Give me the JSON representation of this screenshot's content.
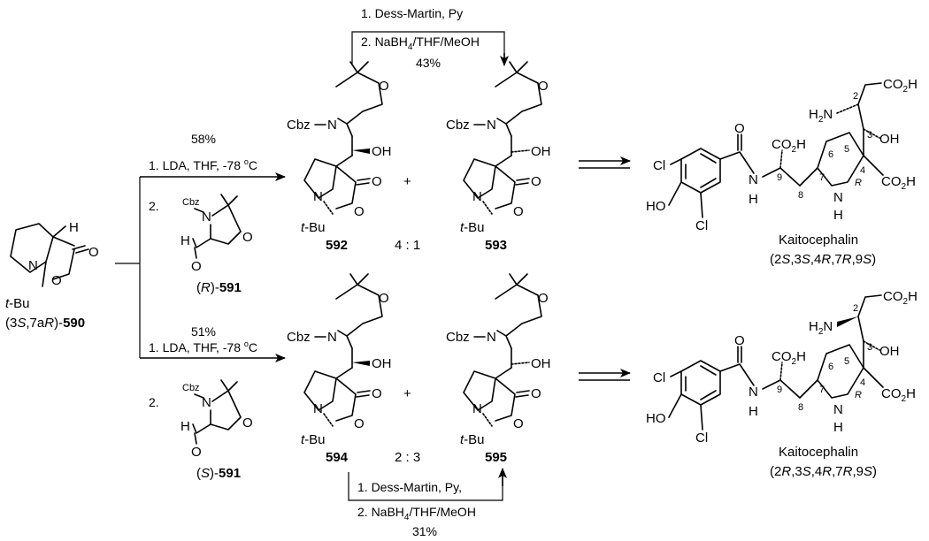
{
  "top_route": {
    "yield": "58%",
    "step1": "1. LDA, THF, -78 ",
    "step1_unit": "o",
    "step1_unit2": "C",
    "step2_num": "2.",
    "reagent": "(R)-591",
    "reagent_prefix": "(",
    "reagent_italic": "R",
    "reagent_suffix": ")-",
    "reagent_num": "591"
  },
  "bottom_route": {
    "yield": "51%",
    "step1": "1. LDA, THF, -78 ",
    "step1_unit": "o",
    "step1_unit2": "C",
    "step2_num": "2.",
    "reagent_prefix": "(",
    "reagent_italic": "S",
    "reagent_suffix": ")-",
    "reagent_num": "591"
  },
  "start": {
    "label_prefix": "(3",
    "label_s": "S",
    "label_mid": ",7a",
    "label_r": "R",
    "label_suffix": ")-",
    "label_num": "590"
  },
  "top_conversion": {
    "line1": "1. Dess-Martin, Py",
    "line2": "2. NaBH",
    "line2_sub": "4",
    "line2_rest": "/THF/MeOH",
    "yield": "43%"
  },
  "bottom_conversion": {
    "line1": "1. Dess-Martin, Py,",
    "line2": "2. NaBH",
    "line2_sub": "4",
    "line2_rest": "/THF/MeOH",
    "yield": "31%"
  },
  "compounds": {
    "c592": "592",
    "c593": "593",
    "c594": "594",
    "c595": "595",
    "ratio_top": "4 : 1",
    "ratio_bottom": "2 : 3",
    "plus": "+"
  },
  "atoms": {
    "cbz": "Cbz",
    "n": "N",
    "o": "O",
    "oh": "OH",
    "h": "H",
    "tbu_t": "t",
    "tbu_rest": "-Bu",
    "cl": "Cl",
    "ho": "HO",
    "co2h": "CO",
    "co2h_sub": "2",
    "co2h_h": "H",
    "h2n": "H",
    "h2n_sub": "2",
    "h2n_n": "N",
    "r": "R"
  },
  "product_top": {
    "name": "Kaitocephalin",
    "config_prefix": "(2",
    "config": [
      "S",
      ",3",
      "S",
      ",4",
      "R",
      ",7",
      "R",
      ",9",
      "S"
    ],
    "config_suffix": ")",
    "locants": [
      "2",
      "3",
      "4",
      "5",
      "6",
      "7",
      "8",
      "9"
    ]
  },
  "product_bottom": {
    "name": "Kaitocephalin",
    "config_prefix": "(2",
    "config": [
      "R",
      ",3",
      "S",
      ",4",
      "R",
      ",7",
      "R",
      ",9",
      "S"
    ],
    "config_suffix": ")",
    "locants": [
      "2",
      "3",
      "4",
      "5",
      "6",
      "7",
      "8",
      "9"
    ]
  }
}
